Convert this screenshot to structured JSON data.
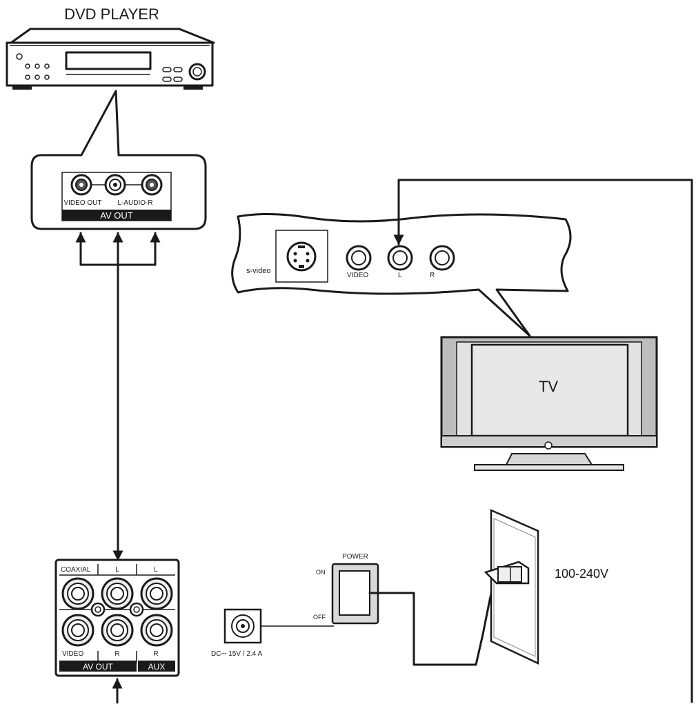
{
  "dvd": {
    "title": "DVD PLAYER",
    "jack_video_label": "VIDEO OUT",
    "jack_audio_label": "L-AUDIO-R",
    "band_label": "AV OUT"
  },
  "tv": {
    "screen_label": "TV",
    "port_svideo_label": "s-video",
    "port_video_label": "VIDEO",
    "port_l_label": "L",
    "port_r_label": "R"
  },
  "device": {
    "coaxial_label": "COAXIAL",
    "l_label_1": "L",
    "l_label_2": "L",
    "video_label": "VIDEO",
    "r_label_1": "R",
    "r_label_2": "R",
    "av_out_label": "AV OUT",
    "aux_label": "AUX"
  },
  "power": {
    "title": "POWER",
    "on_label": "ON",
    "off_label": "OFF",
    "dc_label": "DC⎓ 15V / 2.4 A",
    "voltage_label": "100-240V"
  }
}
